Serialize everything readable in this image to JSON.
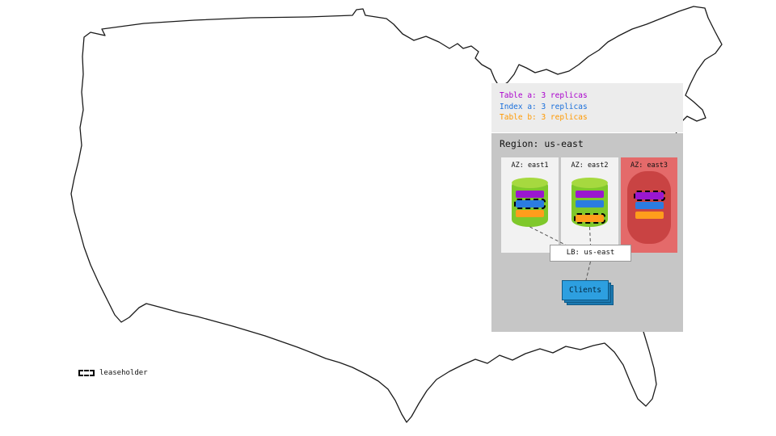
{
  "legend": {
    "items": [
      {
        "label": "Table a: 3 replicas",
        "color": "#aa00cc"
      },
      {
        "label": "Index a: 3 replicas",
        "color": "#1a6fdb"
      },
      {
        "label": "Table b: 3 replicas",
        "color": "#ff9900"
      }
    ]
  },
  "region": {
    "title": "Region: us-east",
    "colors": {
      "az_default_bg": "#f2f2f2",
      "az_alert_bg": "#e46a6a",
      "node_green": "#7fc82b",
      "node_green_top": "#a6d93f",
      "node_alert": "#c94343",
      "clients_blue": "#2d9fe0",
      "clients_layer_blue": "#1c7ab2"
    },
    "azs": [
      {
        "label": "AZ: east1",
        "replicas": [
          {
            "name": "table-a",
            "color": "#9a17cf",
            "leaseholder": false
          },
          {
            "name": "index-a",
            "color": "#2b7ce0",
            "leaseholder": true
          },
          {
            "name": "table-b",
            "color": "#ff9d1c",
            "leaseholder": false
          }
        ]
      },
      {
        "label": "AZ: east2",
        "replicas": [
          {
            "name": "table-a",
            "color": "#9a17cf",
            "leaseholder": false
          },
          {
            "name": "index-a",
            "color": "#2b7ce0",
            "leaseholder": false
          },
          {
            "name": "table-b",
            "color": "#ff9d1c",
            "leaseholder": true
          }
        ]
      },
      {
        "label": "AZ: east3",
        "alert": true,
        "replicas": [
          {
            "name": "table-a",
            "color": "#9a17cf",
            "leaseholder": true
          },
          {
            "name": "index-a",
            "color": "#2b7ce0",
            "leaseholder": false
          },
          {
            "name": "table-b",
            "color": "#ff9d1c",
            "leaseholder": false
          }
        ]
      }
    ],
    "lb": {
      "label": "LB: us-east"
    },
    "clients": {
      "label": "Clients"
    }
  },
  "map_legend": {
    "leaseholder": "leaseholder"
  }
}
